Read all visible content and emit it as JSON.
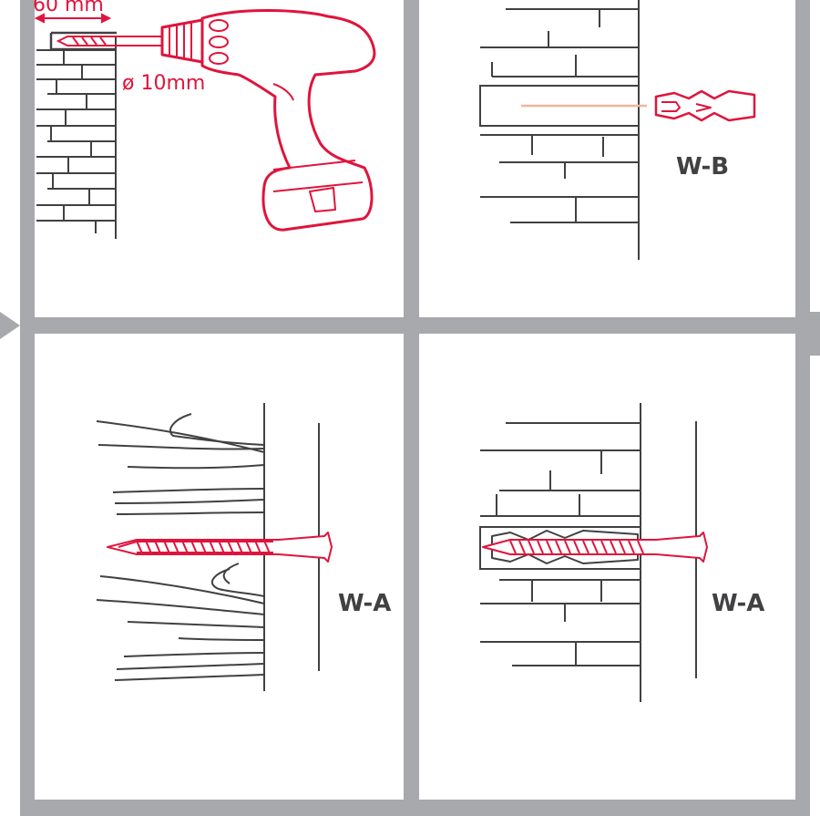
{
  "colors": {
    "frame": "#a7a9ac",
    "line": "#414042",
    "accent": "#e0143c",
    "accent_light": "#f4b39c"
  },
  "panels": {
    "drill": {
      "depth_label": "60 mm",
      "diameter_label": "ø 10mm"
    },
    "anchor": {
      "label": "W-B"
    },
    "wood_screw": {
      "label": "W-A"
    },
    "masonry_screw": {
      "label": "W-A"
    }
  }
}
